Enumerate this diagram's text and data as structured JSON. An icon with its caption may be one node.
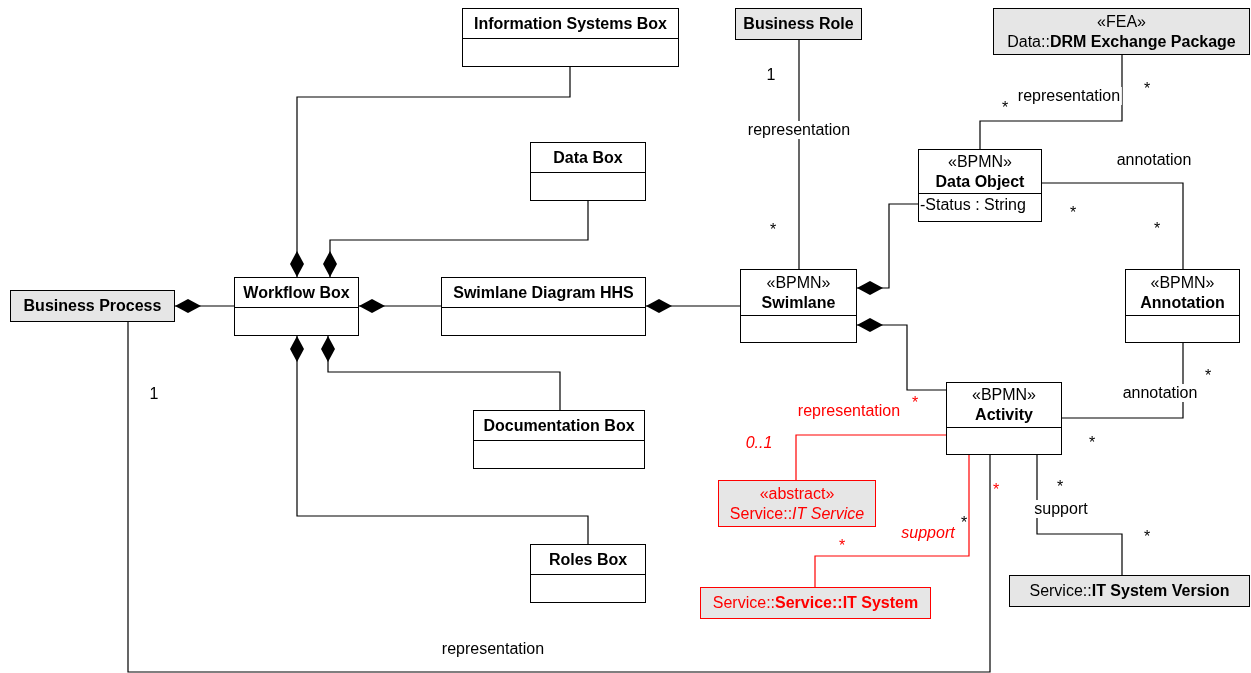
{
  "diagram": {
    "nodes": [
      {
        "text": [
          "Business Process"
        ]
      },
      {
        "text": [
          "Workflow Box"
        ]
      },
      {
        "text": [
          "Information Systems Box"
        ]
      },
      {
        "text": [
          "Data Box"
        ]
      },
      {
        "text": [
          "Documentation Box"
        ]
      },
      {
        "text": [
          "Roles Box"
        ]
      },
      {
        "text": [
          "Swimlane Diagram HHS"
        ]
      },
      {
        "text": [
          "Business Role"
        ]
      },
      {
        "text": [
          "«FEA»",
          "Data::**DRM Exchange Package**"
        ]
      },
      {
        "text": [
          "«BPMN»",
          "Data Object",
          "-Status : String"
        ]
      },
      {
        "text": [
          "«BPMN»",
          "Swimlane"
        ]
      },
      {
        "text": [
          "«BPMN»",
          "Annotation"
        ]
      },
      {
        "text": [
          "«BPMN»",
          "Activity"
        ]
      },
      {
        "text": [
          "«abstract»",
          "Service::*IT Service*"
        ]
      },
      {
        "text": [
          "Service::**Service::IT System**"
        ]
      },
      {
        "text": [
          "Service::**IT System Version**"
        ]
      }
    ],
    "edges": [
      {
        "from": 0,
        "to": 1,
        "arrow": "other"
      },
      {
        "from": 1,
        "to": 2,
        "arrow": "other"
      },
      {
        "from": 1,
        "to": 3,
        "arrow": "other"
      },
      {
        "from": 1,
        "to": 6,
        "arrow": "other"
      },
      {
        "from": 1,
        "to": 4,
        "arrow": "other"
      },
      {
        "from": 1,
        "to": 5,
        "arrow": "other"
      },
      {
        "from": 6,
        "to": 10,
        "arrow": "other"
      },
      {
        "from": 7,
        "to": 10,
        "arrow": "none",
        "label": "representation"
      },
      {
        "from": 10,
        "to": 9,
        "arrow": "other"
      },
      {
        "from": 10,
        "to": 12,
        "arrow": "other"
      },
      {
        "from": 8,
        "to": 9,
        "arrow": "none",
        "label": "representation"
      },
      {
        "from": 9,
        "to": 11,
        "arrow": "none",
        "label": "annotation"
      },
      {
        "from": 12,
        "to": 11,
        "arrow": "none",
        "label": "annotation"
      },
      {
        "from": 12,
        "to": 13,
        "arrow": "none",
        "label": "representation",
        "color": "#ff0000"
      },
      {
        "from": 12,
        "to": 14,
        "arrow": "none",
        "label": "support",
        "color": "#ff0000"
      },
      {
        "from": 12,
        "to": 15,
        "arrow": "none",
        "label": "support"
      },
      {
        "from": 0,
        "to": 12,
        "arrow": "none",
        "label": "representation"
      }
    ],
    "labels": [
      "1",
      "*",
      "*",
      "*",
      "*",
      "*",
      "1",
      "*",
      "*",
      "0..1",
      "*",
      "*",
      "*",
      "*",
      "*",
      "*"
    ]
  }
}
